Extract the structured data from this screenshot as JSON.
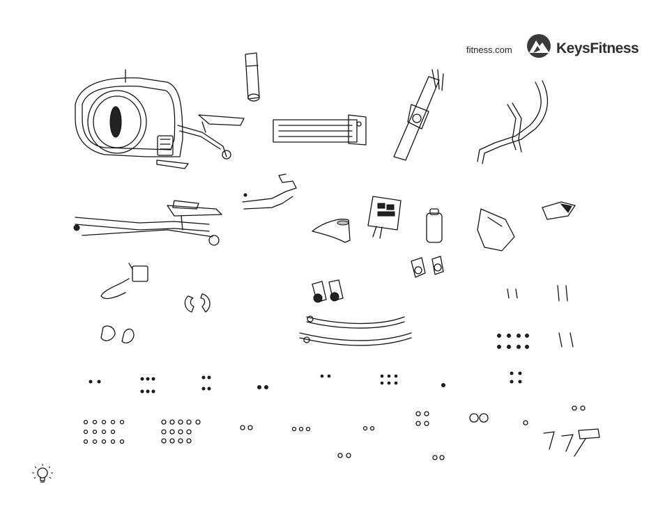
{
  "header": {
    "website": "fitness.com",
    "brand_logo": {
      "text_part1": "Keys",
      "text_part2": "Fitness",
      "icon": "keys-fitness-mountain-icon"
    }
  },
  "footer": {
    "icon": "lightbulb-tip-icon"
  }
}
